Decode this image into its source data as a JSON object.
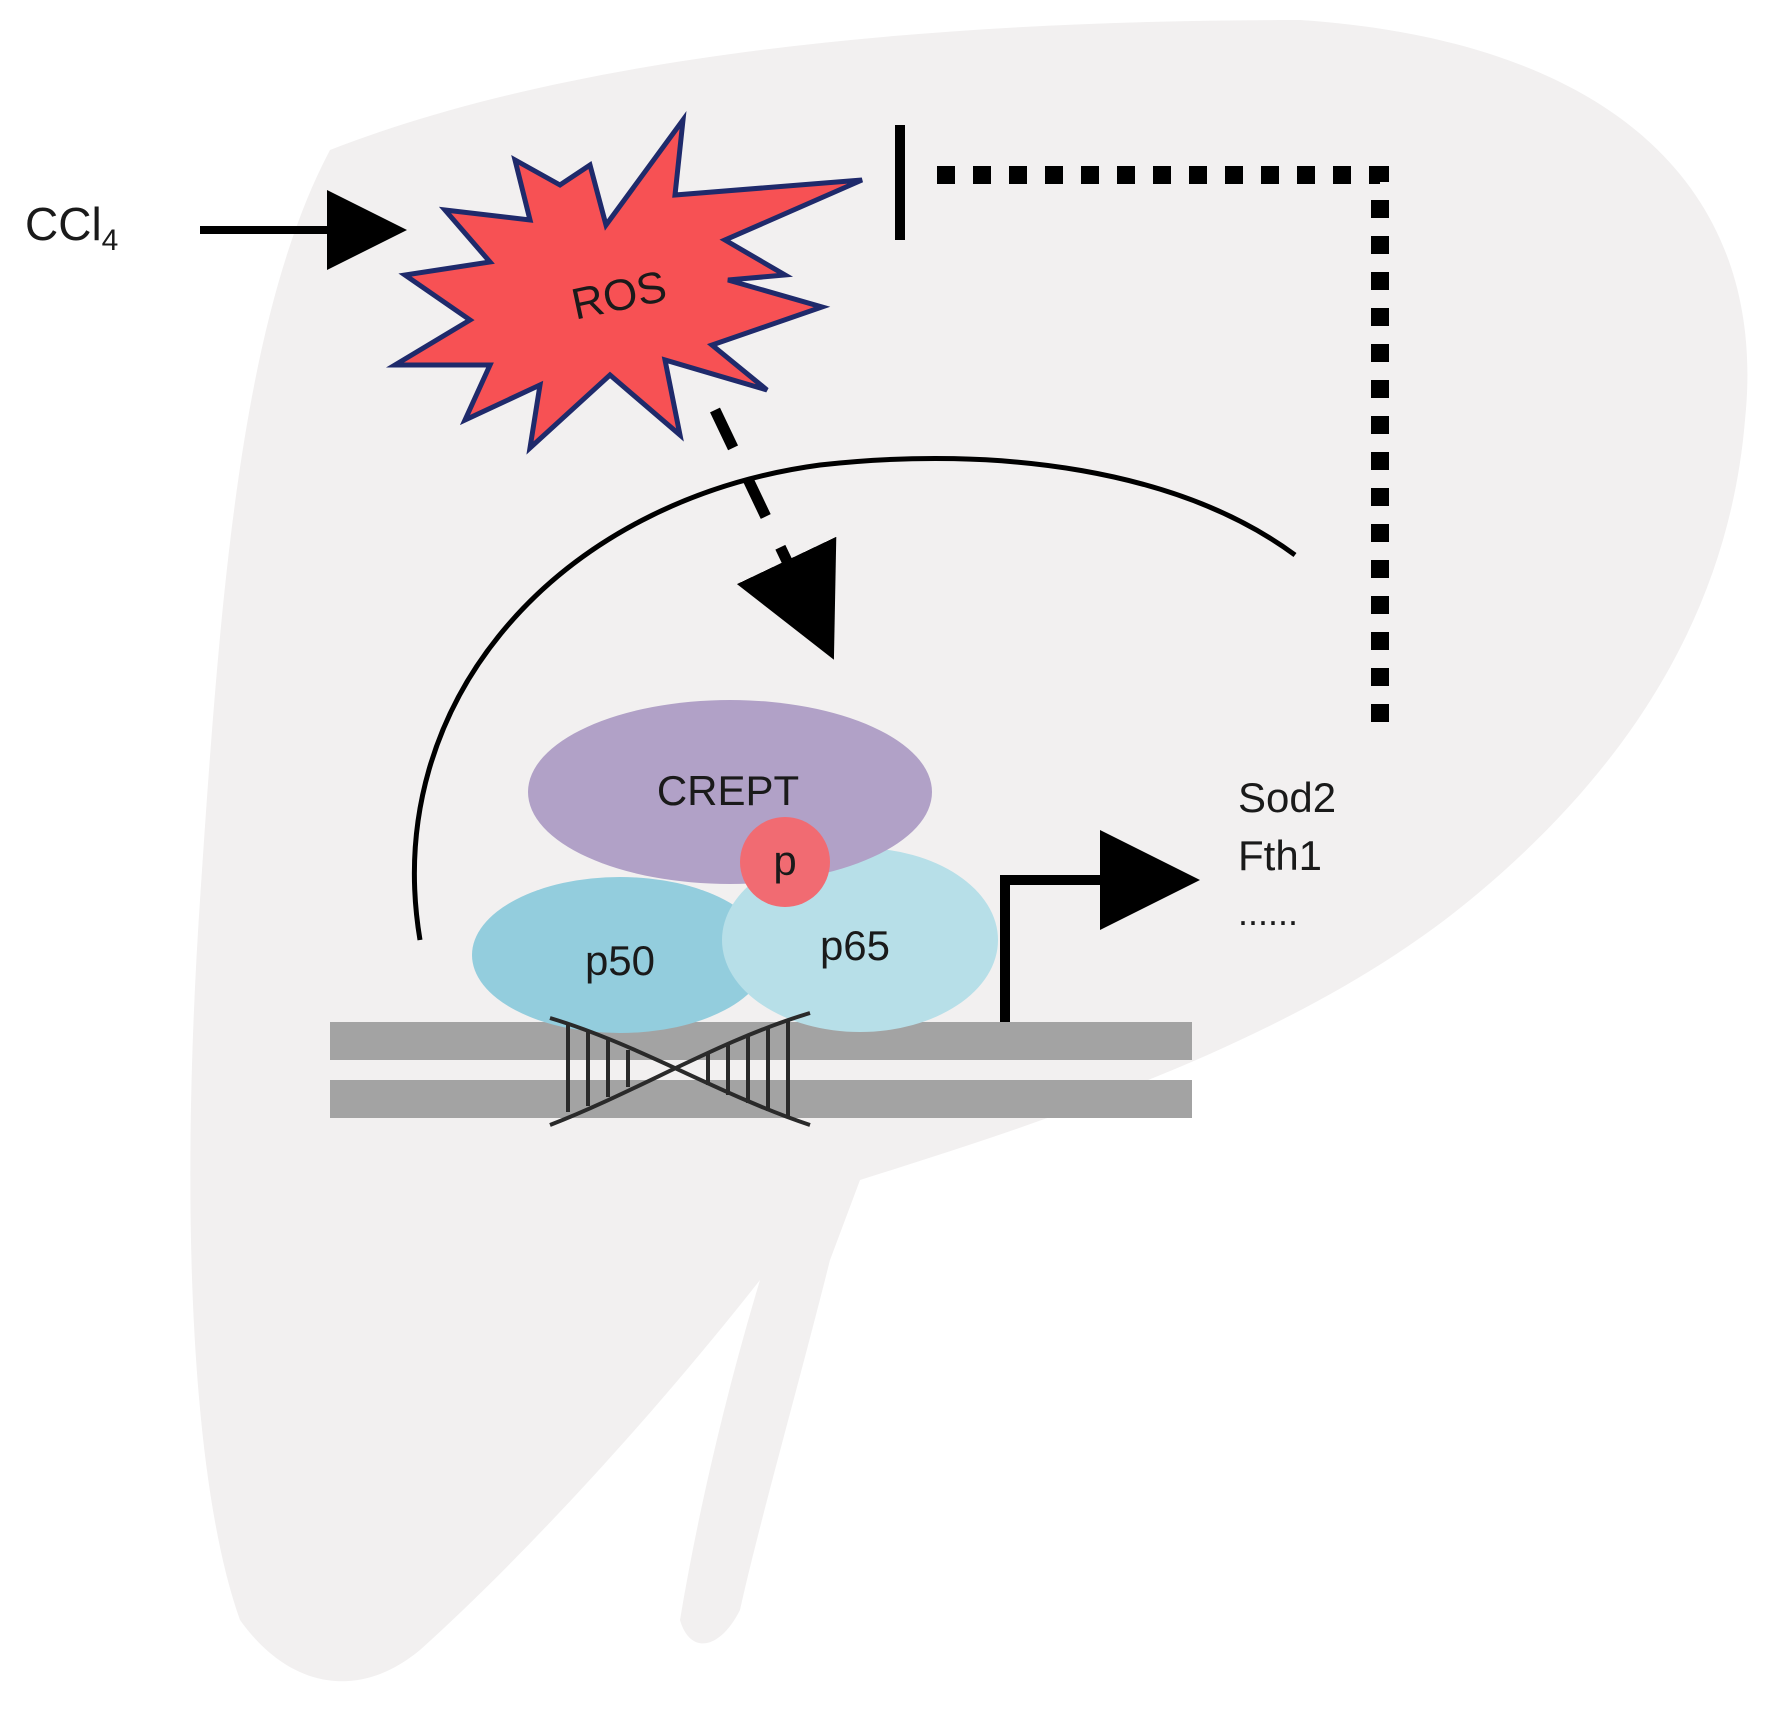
{
  "labels": {
    "ccl4_main": "CCl",
    "ccl4_sub": "4",
    "ros": "ROS",
    "crept": "CREPT",
    "phospho": "p",
    "p50": "p50",
    "p65": "p65"
  },
  "target_genes": [
    "Sod2",
    "Fth1",
    "......"
  ],
  "colors": {
    "liver": "#f2f0f0",
    "ros_fill": "#f75154",
    "ros_outline": "#1f2a6b",
    "crept": "#b1a1c7",
    "phospho": "#f16b72",
    "p50": "#93cddd",
    "p65": "#b7dfe8",
    "dna_strand": "#a3a3a3",
    "arrow": "#000000"
  }
}
